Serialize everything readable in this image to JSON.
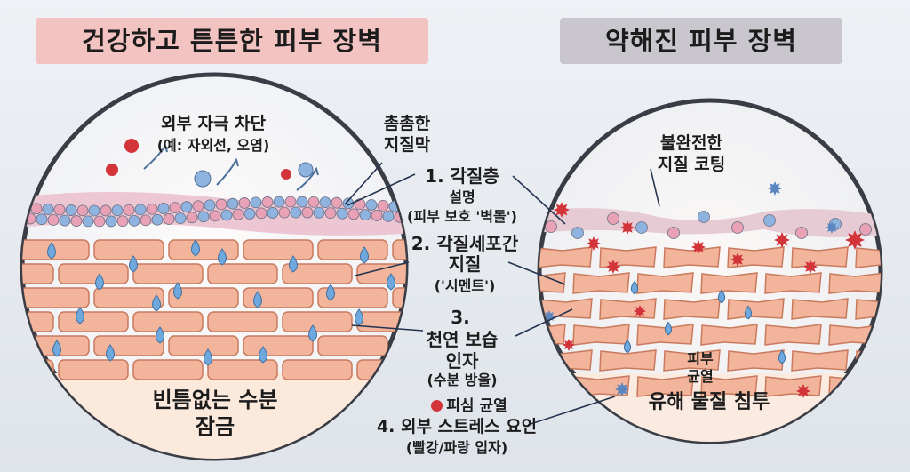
{
  "titles": {
    "healthy": "건강하고 튼튼한 피부 장벽",
    "damaged": "약해진 피부 장벽"
  },
  "healthy_labels": {
    "external_block": "외부 자극 차단",
    "external_block_example": "(예: 자외선, 오염)",
    "moisture_lock_1": "빈틈없는 수분",
    "moisture_lock_2": "잠금"
  },
  "center_labels": {
    "lipid_film_1": "촘촘한",
    "lipid_film_2": "지질막",
    "item1_title": "1. 각질층",
    "item1_sub": "설명",
    "item1_desc": "(피부 보호 '벽돌')",
    "item2_title": "2. 각질세포간",
    "item2_sub": "지질",
    "item2_desc": "('시멘트')",
    "item3_title": "3.",
    "item3_sub1": "천연 보습",
    "item3_sub2": "인자",
    "item3_desc": "(수분 방울)",
    "legend_red": "피심 균열",
    "item4_title": "4. 외부 스트레스 요인",
    "item4_desc": "(빨강/파랑 입자)"
  },
  "damaged_labels": {
    "incomplete_1": "불완전한",
    "incomplete_2": "지질 코팅",
    "cracks_1": "피부",
    "cracks_2": "균열",
    "penetration": "유해 물질 침투"
  },
  "colors": {
    "healthy_title_bg": "#f3c3c1",
    "damaged_title_bg": "#c9c7cd",
    "brick": "#f2b49a",
    "brick_edge": "#c97a5e",
    "water_drop": "#6fa8dc",
    "lipid_pink": "#e9a2b5",
    "lipid_blue": "#8fb3df",
    "irritant_red": "#d2343a"
  },
  "icons": [
    "water-drop-icon",
    "irritant-particle-icon",
    "lipid-bead-icon",
    "uv-particle-icon"
  ]
}
